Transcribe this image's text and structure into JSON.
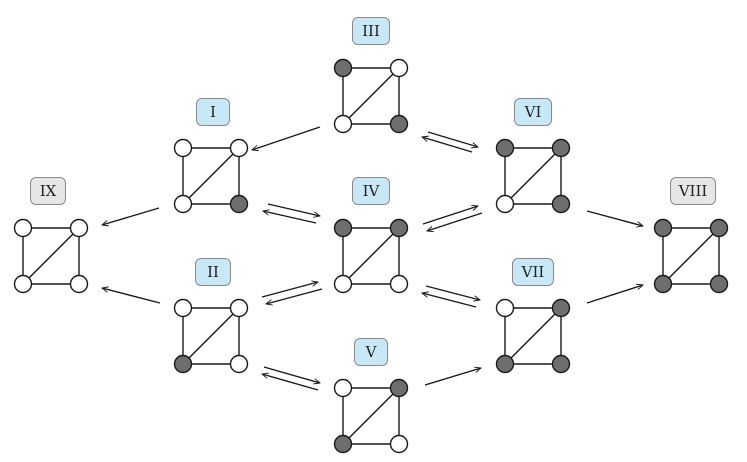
{
  "colors": {
    "filled": "#6e6e6e",
    "empty": "#ffffff",
    "stroke": "#1a1a1a",
    "label_blue": "#c8e8f8",
    "label_gray": "#e6e6e6"
  },
  "states": [
    {
      "id": "I",
      "label": "I",
      "label_style": "blue",
      "filled": [
        false,
        false,
        false,
        true
      ]
    },
    {
      "id": "II",
      "label": "II",
      "label_style": "blue",
      "filled": [
        false,
        false,
        true,
        false
      ]
    },
    {
      "id": "III",
      "label": "III",
      "label_style": "blue",
      "filled": [
        true,
        false,
        false,
        true
      ]
    },
    {
      "id": "IV",
      "label": "IV",
      "label_style": "blue",
      "filled": [
        true,
        true,
        false,
        false
      ]
    },
    {
      "id": "V",
      "label": "V",
      "label_style": "blue",
      "filled": [
        false,
        true,
        true,
        false
      ]
    },
    {
      "id": "VI",
      "label": "VI",
      "label_style": "blue",
      "filled": [
        true,
        true,
        false,
        true
      ]
    },
    {
      "id": "VII",
      "label": "VII",
      "label_style": "blue",
      "filled": [
        false,
        true,
        true,
        true
      ]
    },
    {
      "id": "VIII",
      "label": "VIII",
      "label_style": "gray",
      "filled": [
        true,
        true,
        true,
        true
      ]
    },
    {
      "id": "IX",
      "label": "IX",
      "label_style": "gray",
      "filled": [
        false,
        false,
        false,
        false
      ]
    }
  ],
  "transitions": [
    {
      "from": "III",
      "to": "I",
      "bidirectional": false
    },
    {
      "from": "III",
      "to": "VI",
      "bidirectional": true
    },
    {
      "from": "I",
      "to": "IX",
      "bidirectional": false
    },
    {
      "from": "I",
      "to": "IV",
      "bidirectional": true
    },
    {
      "from": "IV",
      "to": "VI",
      "bidirectional": true
    },
    {
      "from": "VI",
      "to": "VIII",
      "bidirectional": false
    },
    {
      "from": "II",
      "to": "IX",
      "bidirectional": false
    },
    {
      "from": "II",
      "to": "IV",
      "bidirectional": true
    },
    {
      "from": "IV",
      "to": "VII",
      "bidirectional": true
    },
    {
      "from": "VII",
      "to": "VIII",
      "bidirectional": false
    },
    {
      "from": "II",
      "to": "V",
      "bidirectional": true
    },
    {
      "from": "V",
      "to": "VII",
      "bidirectional": false
    }
  ]
}
